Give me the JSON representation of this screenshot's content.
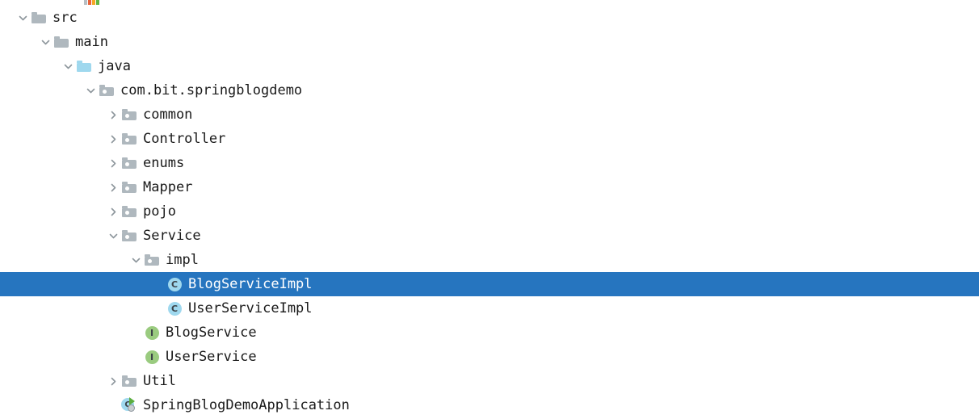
{
  "tree": {
    "selection_color": "#2675bf",
    "folder_color": "#afb8be",
    "source_folder_color": "#9fd8ee",
    "class_badge_color": "#9fd8ee",
    "interface_badge_color": "#9acb7f",
    "clipped_icon": {
      "name": "resources-folder-icon",
      "colors": [
        "#b8bfc4",
        "#e8623a",
        "#f5a623",
        "#62b543"
      ]
    },
    "rows": [
      {
        "label": "src",
        "indent": 0,
        "icon": "folder-gray",
        "twisty": "expanded",
        "selected": false
      },
      {
        "label": "main",
        "indent": 1,
        "icon": "folder-gray",
        "twisty": "expanded",
        "selected": false
      },
      {
        "label": "java",
        "indent": 2,
        "icon": "folder-blue",
        "twisty": "expanded",
        "selected": false
      },
      {
        "label": "com.bit.springblogdemo",
        "indent": 3,
        "icon": "package",
        "twisty": "expanded",
        "selected": false
      },
      {
        "label": "common",
        "indent": 4,
        "icon": "package",
        "twisty": "collapsed",
        "selected": false
      },
      {
        "label": "Controller",
        "indent": 4,
        "icon": "package",
        "twisty": "collapsed",
        "selected": false
      },
      {
        "label": "enums",
        "indent": 4,
        "icon": "package",
        "twisty": "collapsed",
        "selected": false
      },
      {
        "label": "Mapper",
        "indent": 4,
        "icon": "package",
        "twisty": "collapsed",
        "selected": false
      },
      {
        "label": "pojo",
        "indent": 4,
        "icon": "package",
        "twisty": "collapsed",
        "selected": false
      },
      {
        "label": "Service",
        "indent": 4,
        "icon": "package",
        "twisty": "expanded",
        "selected": false
      },
      {
        "label": "impl",
        "indent": 5,
        "icon": "package",
        "twisty": "expanded",
        "selected": false
      },
      {
        "label": "BlogServiceImpl",
        "indent": 6,
        "icon": "class",
        "twisty": "none",
        "selected": true
      },
      {
        "label": "UserServiceImpl",
        "indent": 6,
        "icon": "class",
        "twisty": "none",
        "selected": false
      },
      {
        "label": "BlogService",
        "indent": 5,
        "icon": "interface",
        "twisty": "none",
        "selected": false
      },
      {
        "label": "UserService",
        "indent": 5,
        "icon": "interface",
        "twisty": "none",
        "selected": false
      },
      {
        "label": "Util",
        "indent": 4,
        "icon": "package",
        "twisty": "collapsed",
        "selected": false
      },
      {
        "label": "SpringBlogDemoApplication",
        "indent": 4,
        "icon": "runnable-class",
        "twisty": "none",
        "selected": false
      }
    ],
    "badge_text": {
      "class": "C",
      "interface": "I"
    }
  }
}
